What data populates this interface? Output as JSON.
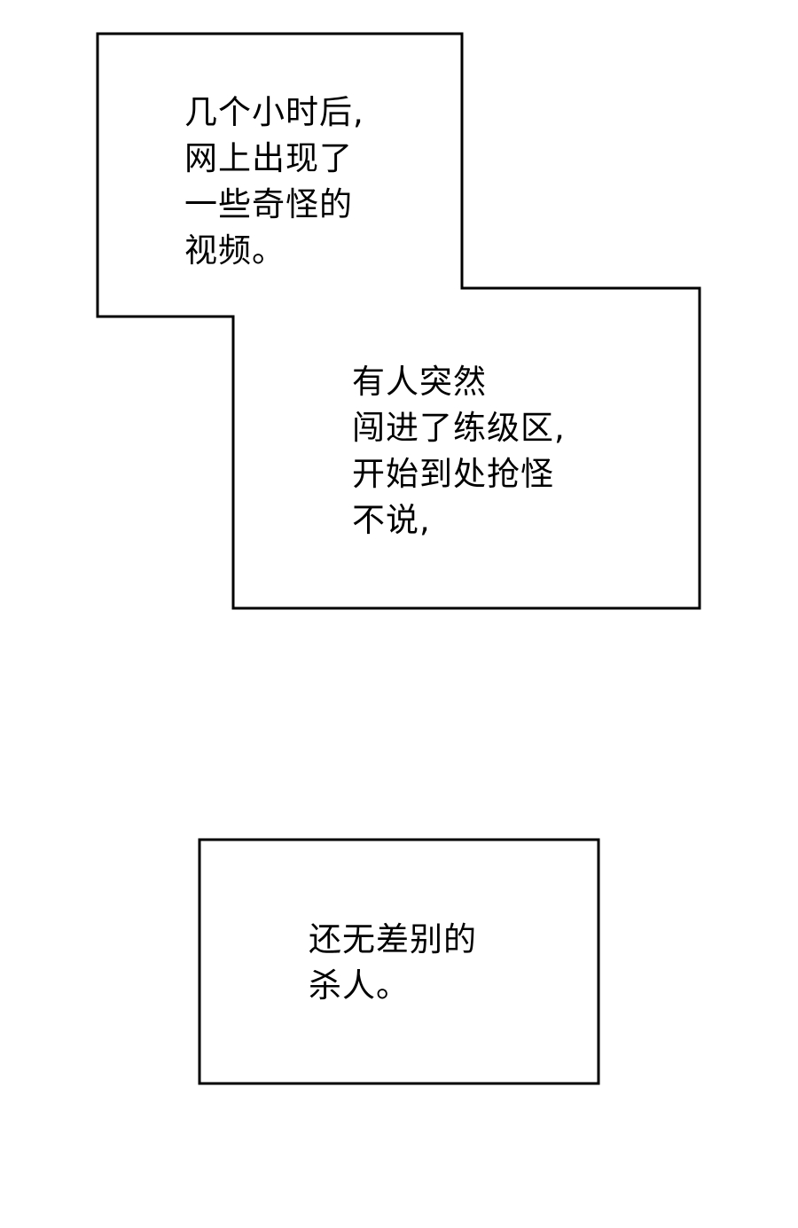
{
  "panels": [
    {
      "id": "caption-1",
      "lines": [
        "几个小时后,",
        "网上出现了",
        "一些奇怪的",
        "视频。"
      ]
    },
    {
      "id": "caption-2",
      "lines": [
        "有人突然",
        "闯进了练级区,",
        "开始到处抢怪",
        "不说,"
      ]
    },
    {
      "id": "caption-3",
      "lines": [
        "还无差别的",
        "杀人。"
      ]
    }
  ],
  "colors": {
    "background": "#ffffff",
    "frame_stroke": "#000000",
    "text": "#000000"
  }
}
